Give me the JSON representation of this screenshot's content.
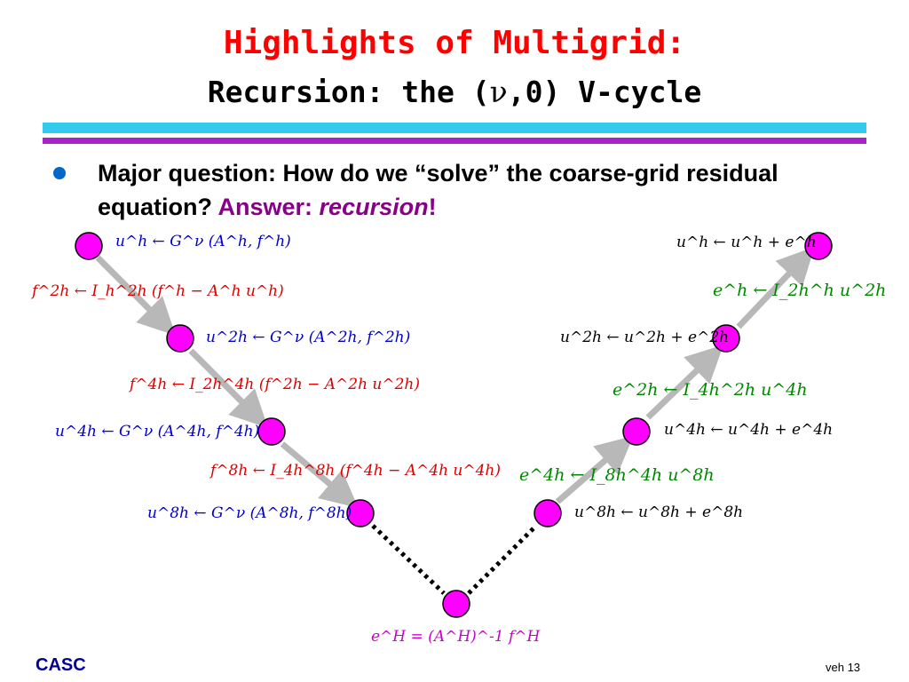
{
  "title": {
    "line1": "Highlights of Multigrid:",
    "line2_pre": "Recursion: the (",
    "line2_nu": "ν",
    "line2_post": ",0) V-cycle"
  },
  "bullet": {
    "text": "Major question: How do we “solve” the coarse-grid residual equation?",
    "answer_label": "Answer:",
    "answer_word": "recursion",
    "answer_end": "!"
  },
  "equations": {
    "smooth_h": "u^h ← G^ν (A^h, f^h)",
    "restrict_2h": "f^2h ← I_h^2h (f^h − A^h u^h)",
    "smooth_2h": "u^2h ← G^ν (A^2h, f^2h)",
    "restrict_4h": "f^4h ← I_2h^4h (f^2h − A^2h u^2h)",
    "smooth_4h": "u^4h ← G^ν (A^4h, f^4h)",
    "restrict_8h": "f^8h ← I_4h^8h (f^4h − A^4h u^4h)",
    "smooth_8h": "u^8h ← G^ν (A^8h, f^8h)",
    "coarse_solve": "e^H = (A^H)^-1 f^H",
    "correct_8h": "u^8h ← u^8h + e^8h",
    "interp_4h": "e^4h ← I_8h^4h u^8h",
    "correct_4h": "u^4h ← u^4h + e^4h",
    "interp_2h": "e^2h ← I_4h^2h u^4h",
    "correct_2h": "u^2h ← u^2h + e^2h",
    "interp_h": "e^h ← I_2h^h u^2h",
    "correct_h": "u^h ← u^h + e^h"
  },
  "footer": {
    "org": "CASC",
    "slide": "veh 13"
  },
  "colors": {
    "title_red": "#ff0000",
    "smooth_blue": "#0000cc",
    "restrict_red": "#dd0000",
    "interp_green": "#008800",
    "coarse_magenta": "#cc00cc",
    "answer_purple": "#880088",
    "node_magenta": "#ff00ff",
    "arrow_gray": "#b8b8b8",
    "rule_cyan": "#33ccee",
    "rule_purple": "#aa22cc",
    "bullet_blue": "#0066cc",
    "footer_blue": "#000099"
  }
}
